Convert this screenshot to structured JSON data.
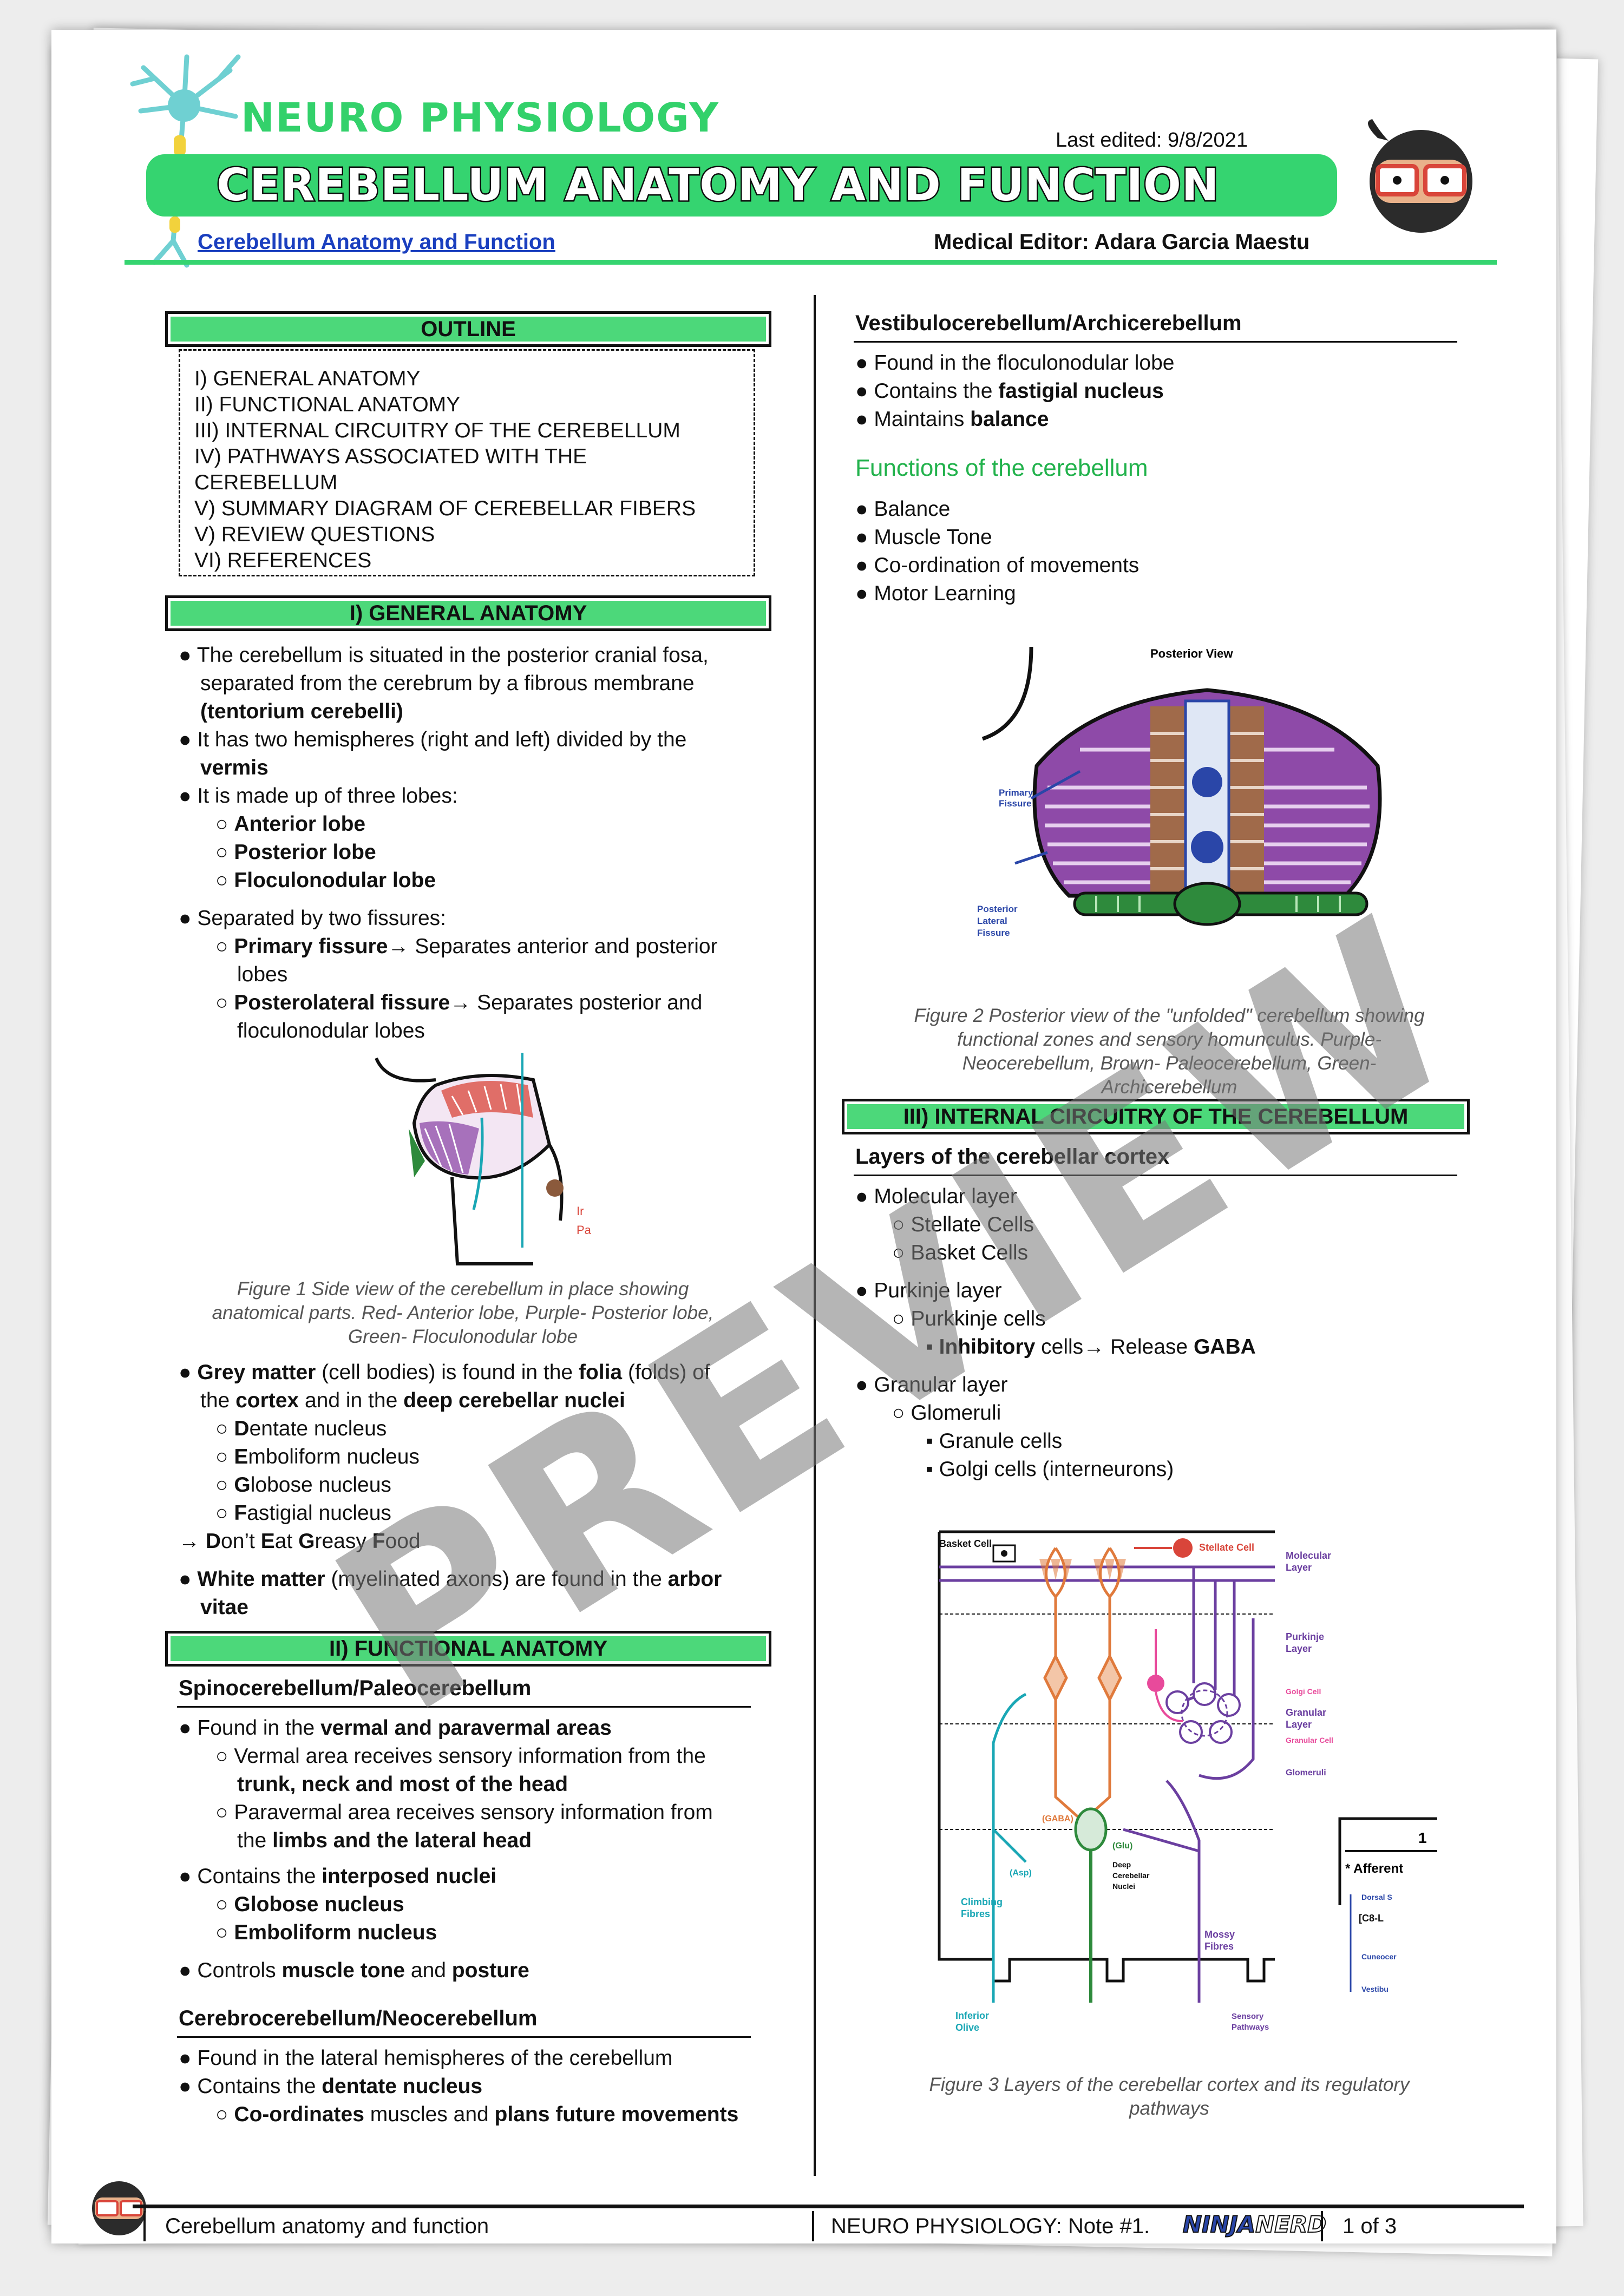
{
  "header": {
    "course": "NEURO PHYSIOLOGY",
    "title": "CEREBELLUM ANATOMY AND FUNCTION",
    "last_edited": "Last edited: 9/8/2021",
    "subject_link": "Cerebellum Anatomy and Function",
    "editor": "Medical Editor: Adara Garcia Maestu"
  },
  "outline": {
    "heading": "OUTLINE",
    "items": [
      "I) GENERAL ANATOMY",
      "II) FUNCTIONAL ANATOMY",
      "III) INTERNAL CIRCUITRY OF THE CEREBELLUM",
      "IV) PATHWAYS ASSOCIATED WITH THE",
      "CEREBELLUM",
      "V) SUMMARY DIAGRAM OF CEREBELLAR FIBERS",
      "V) REVIEW QUESTIONS",
      "VI) REFERENCES"
    ]
  },
  "general_anatomy": {
    "heading": "I)  GENERAL ANATOMY",
    "p1_a": "The cerebellum is situated in the posterior cranial fosa,",
    "p1_b": "separated from the cerebrum by a fibrous membrane",
    "p1_c": "(tentorium cerebelli)",
    "p2_a": "It has two hemispheres (right and left) divided by the",
    "p2_b": "vermis",
    "p3": "It is made up of three lobes:",
    "lobes": [
      "Anterior lobe",
      "Posterior lobe",
      "Floculonodular lobe"
    ],
    "p4": "Separated by two fissures:",
    "fissure1_name": "Primary fissure",
    "fissure1_desc_a": " Separates anterior and posterior",
    "fissure1_desc_b": "lobes",
    "fissure2_name": "Posterolateral fissure",
    "fissure2_desc_a": " Separates posterior and",
    "fissure2_desc_b": "floculonodular lobes",
    "fig1_caption": [
      "Figure 1 Side view of the cerebellum in place showing",
      "anatomical parts. Red- Anterior lobe, Purple- Posterior lobe,",
      "Green- Floculonodular lobe"
    ],
    "grey_a1": "Grey matter",
    "grey_a2": " (cell bodies) is found in the ",
    "grey_a3": "folia",
    "grey_a4": " (folds) of",
    "grey_b1": "the ",
    "grey_b2": "cortex",
    "grey_b3": " and in the ",
    "grey_b4": "deep cerebellar nuclei",
    "nuclei": [
      {
        "initial": "D",
        "rest": "entate nucleus"
      },
      {
        "initial": "E",
        "rest": "mboliform nucleus"
      },
      {
        "initial": "G",
        "rest": "lobose nucleus"
      },
      {
        "initial": "F",
        "rest": "astigial nucleus"
      }
    ],
    "mnemonic": [
      {
        "b": "D",
        "t": "on’t "
      },
      {
        "b": "E",
        "t": "at "
      },
      {
        "b": "G",
        "t": "reasy "
      },
      {
        "b": "F",
        "t": "ood"
      }
    ],
    "white_a1": "White matter",
    "white_a2": " (myelinated axons) are found in the ",
    "white_a3": "arbor",
    "white_b": "vitae"
  },
  "functional_anatomy": {
    "heading": "II)  FUNCTIONAL ANATOMY",
    "spino_head": "Spinocerebellum/Paleocerebellum",
    "spino_p1_a": "Found in the ",
    "spino_p1_b": "vermal and paravermal areas",
    "spino_s1_a": "Vermal area receives sensory information from the",
    "spino_s1_b": "trunk, neck and most of the head",
    "spino_s2_a": "Paravermal area receives sensory information from",
    "spino_s2_b1": "the ",
    "spino_s2_b2": "limbs and the lateral head",
    "spino_p2_a": "Contains the ",
    "spino_p2_b": "interposed nuclei",
    "interposed": [
      "Globose nucleus",
      "Emboliform nucleus"
    ],
    "spino_p3_a": "Controls ",
    "spino_p3_b": "muscle tone",
    "spino_p3_c": " and ",
    "spino_p3_d": "posture",
    "cerebro_head": "Cerebrocerebellum/Neocerebellum",
    "cerebro_p1": "Found in the lateral hemispheres of the cerebellum",
    "cerebro_p2_a": "Contains the ",
    "cerebro_p2_b": "dentate nucleus",
    "cerebro_s1_a": "Co-ordinates",
    "cerebro_s1_b": " muscles and ",
    "cerebro_s1_c": "plans future movements"
  },
  "vestibulo": {
    "head": "Vestibulocerebellum/Archicerebellum",
    "p1": "Found in the floculonodular lobe",
    "p2_a": "Contains the ",
    "p2_b": "fastigial nucleus",
    "p3_a": "Maintains ",
    "p3_b": "balance"
  },
  "functions": {
    "head": "Functions of the cerebellum",
    "items": [
      "Balance",
      "Muscle Tone",
      "Co-ordination of movements",
      "Motor Learning"
    ]
  },
  "figure2": {
    "label_view": "Posterior View",
    "label_primary": [
      "Primary",
      "Fissure"
    ],
    "label_posterior": [
      "Posterior",
      "Lateral",
      "Fissure"
    ],
    "caption": [
      "Figure 2 Posterior view of the \"unfolded\" cerebellum showing",
      "functional zones and sensory homunculus. Purple-",
      "Neocerebellum, Brown- Paleocerebellum, Green-",
      "Archicerebellum"
    ]
  },
  "internal": {
    "heading": "III)  INTERNAL CIRCUITRY OF THE CEREBELLUM",
    "layers_head": "Layers of the cerebellar cortex",
    "molecular": "Molecular layer",
    "molecular_items": [
      "Stellate Cells",
      "Basket Cells"
    ],
    "purkinje": "Purkinje layer",
    "purkinje_item": "Purkkinje cells",
    "inhib_a": "Inhibitory",
    "inhib_b": " cells",
    "inhib_c": " Release ",
    "inhib_d": "GABA",
    "granular": "Granular layer",
    "glomeruli": "Glomeruli",
    "granular_items": [
      "Granule cells",
      "Golgi cells (interneurons)"
    ],
    "fig3_labels": {
      "basket": "Basket Cell",
      "stellate": "Stellate Cell",
      "molecular": [
        "Molecular",
        "Layer"
      ],
      "purkinje": [
        "Purkinje",
        "Layer"
      ],
      "golgi": "Golgi Cell",
      "granular": [
        "Granular",
        "Layer"
      ],
      "granule": "Granular Cell",
      "glomeruli": "Glomeruli",
      "gaba": "(GABA)",
      "glu": "(Glu)",
      "asp": "(Asp)",
      "deep": [
        "Deep",
        "Cerebellar",
        "Nuclei"
      ],
      "climbing": [
        "Climbing",
        "Fibres"
      ],
      "mossy": [
        "Mossy",
        "Fibres"
      ],
      "olive": [
        "Inferior",
        "Olive"
      ],
      "sensory": [
        "Sensory",
        "Pathways"
      ],
      "afferent": "* Afferent",
      "dorsal": "Dorsal S",
      "c8": "[C8-L",
      "cuneo": "Cuneocer",
      "vestib": "Vestibu",
      "num1": "1"
    },
    "fig3_caption": [
      "Figure 3 Layers of the cerebellar cortex and its regulatory",
      "pathways"
    ]
  },
  "watermark": "PREVIEW",
  "footer": {
    "left": "Cerebellum anatomy and function",
    "center": "NEURO PHYSIOLOGY: Note #1.",
    "brand_a": "NINJA",
    "brand_b": "NERD",
    "page": "1 of 3"
  },
  "colors": {
    "green": "#35d470",
    "link": "#1a3fbf",
    "purple": "#8e4aa8",
    "brown": "#8b5a3c",
    "red": "#d9453a",
    "teal": "#1aa7b5"
  }
}
